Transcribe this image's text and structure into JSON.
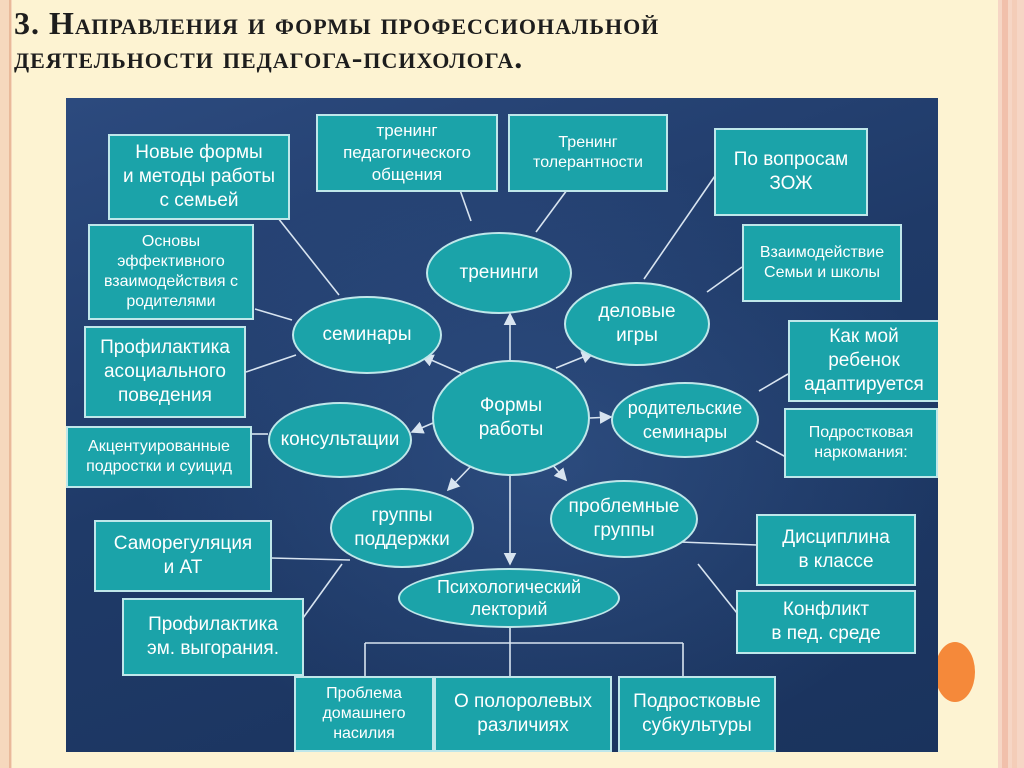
{
  "title": {
    "line1": "3. Направления и формы профессиональной",
    "line2": "деятельности педагога-психолога."
  },
  "center": "Формы\nработы",
  "forms": {
    "trainings": "тренинги",
    "business_games": "деловые\nигры",
    "seminars": "семинары",
    "consultations": "консультации",
    "parent_seminars": "родительские\nсеминары",
    "support_groups": "группы\nподдержки",
    "problem_groups": "проблемные\nгруппы",
    "lectorium": "Психологический\nлекторий"
  },
  "topics": {
    "pedagogical_communication_training": "тренинг\nпедагогического\nобщения",
    "tolerance_training": "Тренинг\nтолерантности",
    "healthy_lifestyle": "По вопросам\nЗОЖ",
    "new_family_methods": "Новые формы\nи методы работы\nс семьей",
    "effective_parent_interaction": "Основы\nэффективного\nвзаимодействия с\nродителями",
    "family_school_interaction": "Взаимодействие\nСемьи и школы",
    "asocial_prevention": "Профилактика\nасоциального\nповедения",
    "child_adaptation": "Как мой\nребенок\nадаптируется",
    "accentuated_teens": "Акцентуированные\nподростки и суицид",
    "teen_drug_addiction": "Подростковая\nнаркомания:",
    "self_regulation": "Саморегуляция\nи АТ",
    "class_discipline": "Дисциплина\nв классе",
    "burnout_prevention": "Профилактика\nэм. выгорания.",
    "pedagogical_conflict": "Конфликт\nв пед. среде",
    "domestic_violence": "Проблема\nдомашнего\nнасилия",
    "gender_differences": "О полоролевых\nразличиях",
    "teen_subcultures": "Подростковые\nсубкультуры"
  },
  "colors": {
    "node_fill": "#1ba3a9",
    "node_border": "#bfe7ea",
    "diagram_background": "#1f3a68",
    "connector": "#d8e4f0",
    "accent_dot": "#f5893a"
  }
}
